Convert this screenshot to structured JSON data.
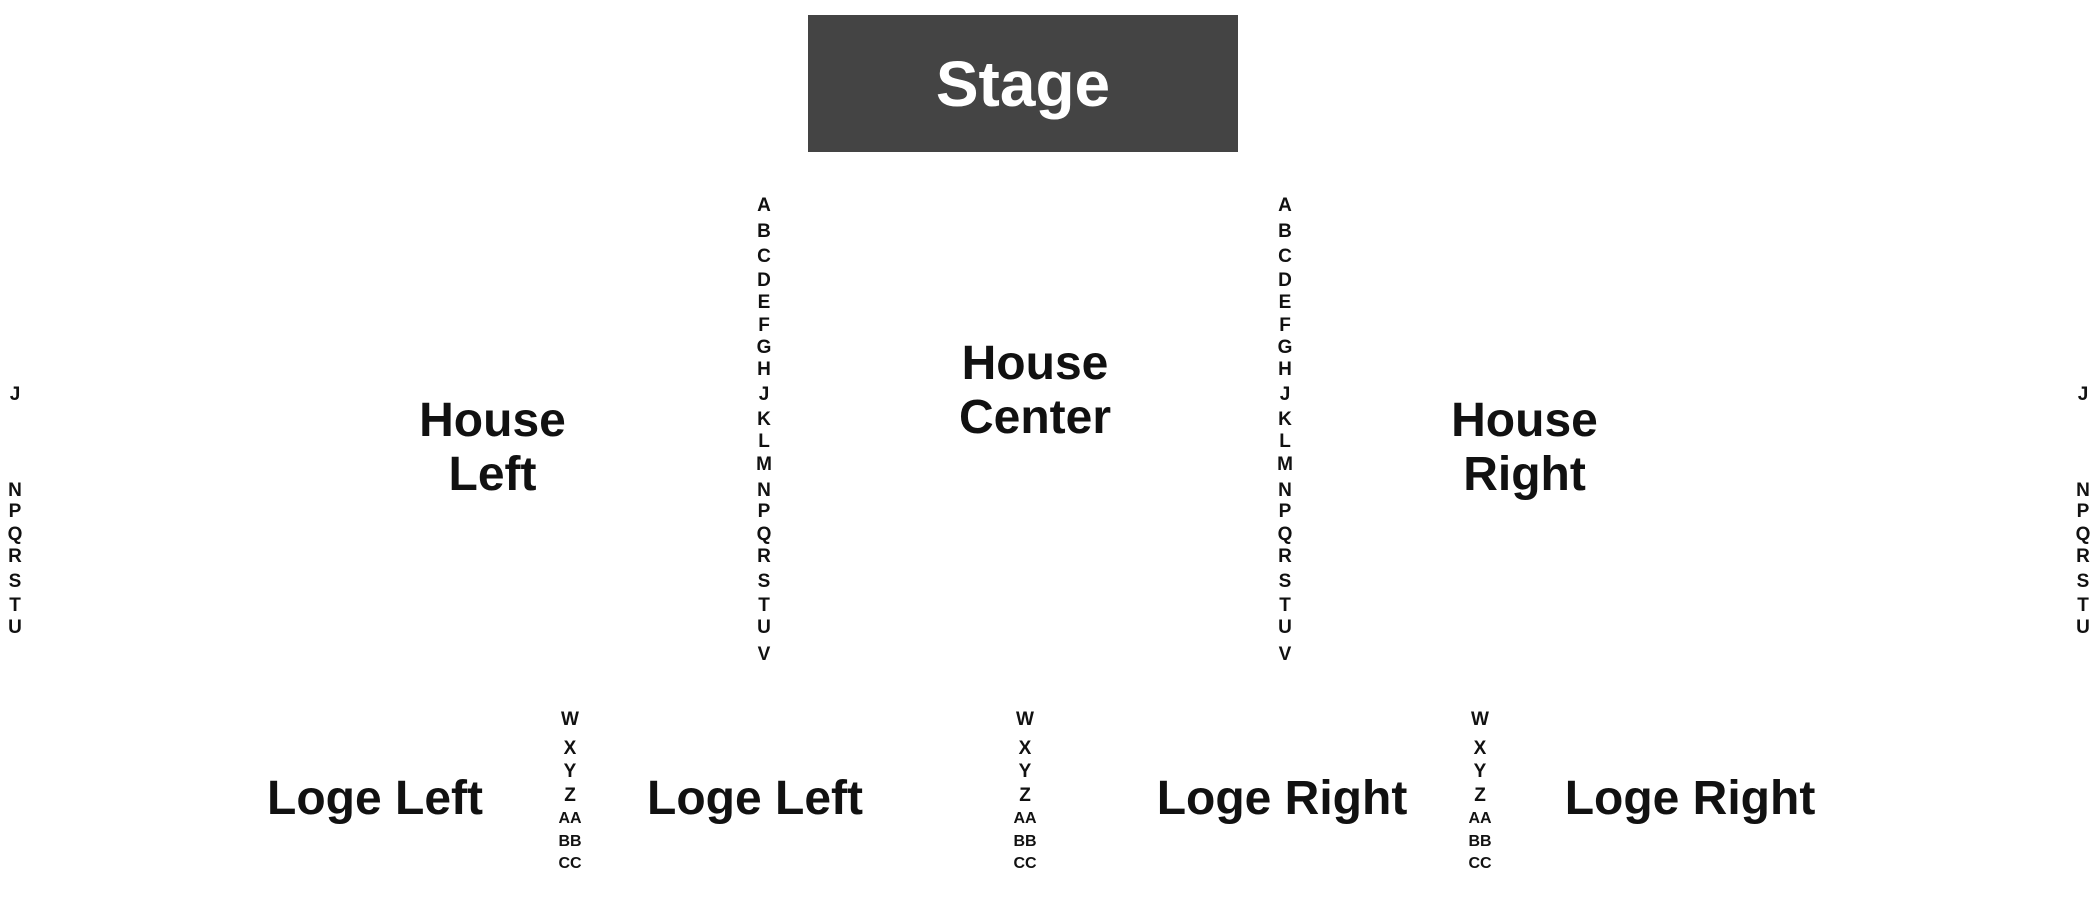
{
  "stage": {
    "label": "Stage",
    "color": "#444444"
  },
  "sections": {
    "house_left": {
      "line1": "House",
      "line2": "Left"
    },
    "house_center": {
      "line1": "House",
      "line2": "Center"
    },
    "house_right": {
      "line1": "House",
      "line2": "Right"
    },
    "loge_left_outer": "Loge Left",
    "loge_left_inner": "Loge Left",
    "loge_right_inner": "Loge Right",
    "loge_right_outer": "Loge Right"
  },
  "row_labels": {
    "house_aisle": [
      "A",
      "B",
      "C",
      "D",
      "E",
      "F",
      "G",
      "H",
      "J",
      "K",
      "L",
      "M",
      "N",
      "P",
      "Q",
      "R",
      "S",
      "T",
      "U",
      "V"
    ],
    "house_side": [
      "J",
      "N",
      "P",
      "Q",
      "R",
      "S",
      "T",
      "U"
    ],
    "loge": [
      "W",
      "X",
      "Y",
      "Z",
      "AA",
      "BB",
      "CC"
    ]
  },
  "colors": {
    "text": "#111111",
    "background": "#ffffff"
  }
}
